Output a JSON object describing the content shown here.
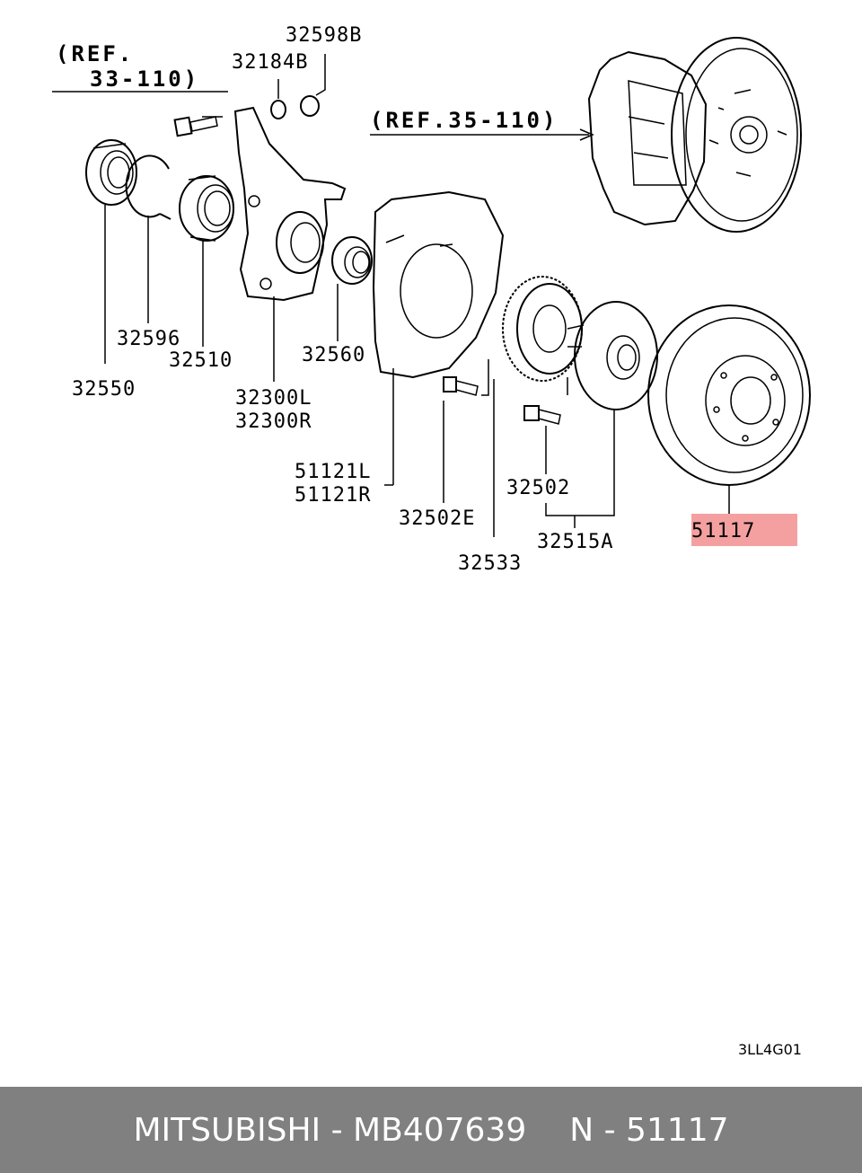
{
  "diagram": {
    "ref_left_line1": "(REF.",
    "ref_left_line2": "33-110)",
    "ref_right": "(REF.35-110)",
    "highlight_color": "#f4a0a0",
    "labels": {
      "p32598b": "32598B",
      "p32184b": "32184B",
      "p32596": "32596",
      "p32510": "32510",
      "p32550": "32550",
      "p32560": "32560",
      "p32300l": "32300L",
      "p32300r": "32300R",
      "p51121l": "51121L",
      "p51121r": "51121R",
      "p32502e": "32502E",
      "p32533": "32533",
      "p32502": "32502",
      "p32515a": "32515A",
      "p51117": "51117"
    },
    "diagram_code": "3LL4G01"
  },
  "footer": {
    "brand_part": "MITSUBISHI - MB407639",
    "ref": "N - 51117"
  }
}
